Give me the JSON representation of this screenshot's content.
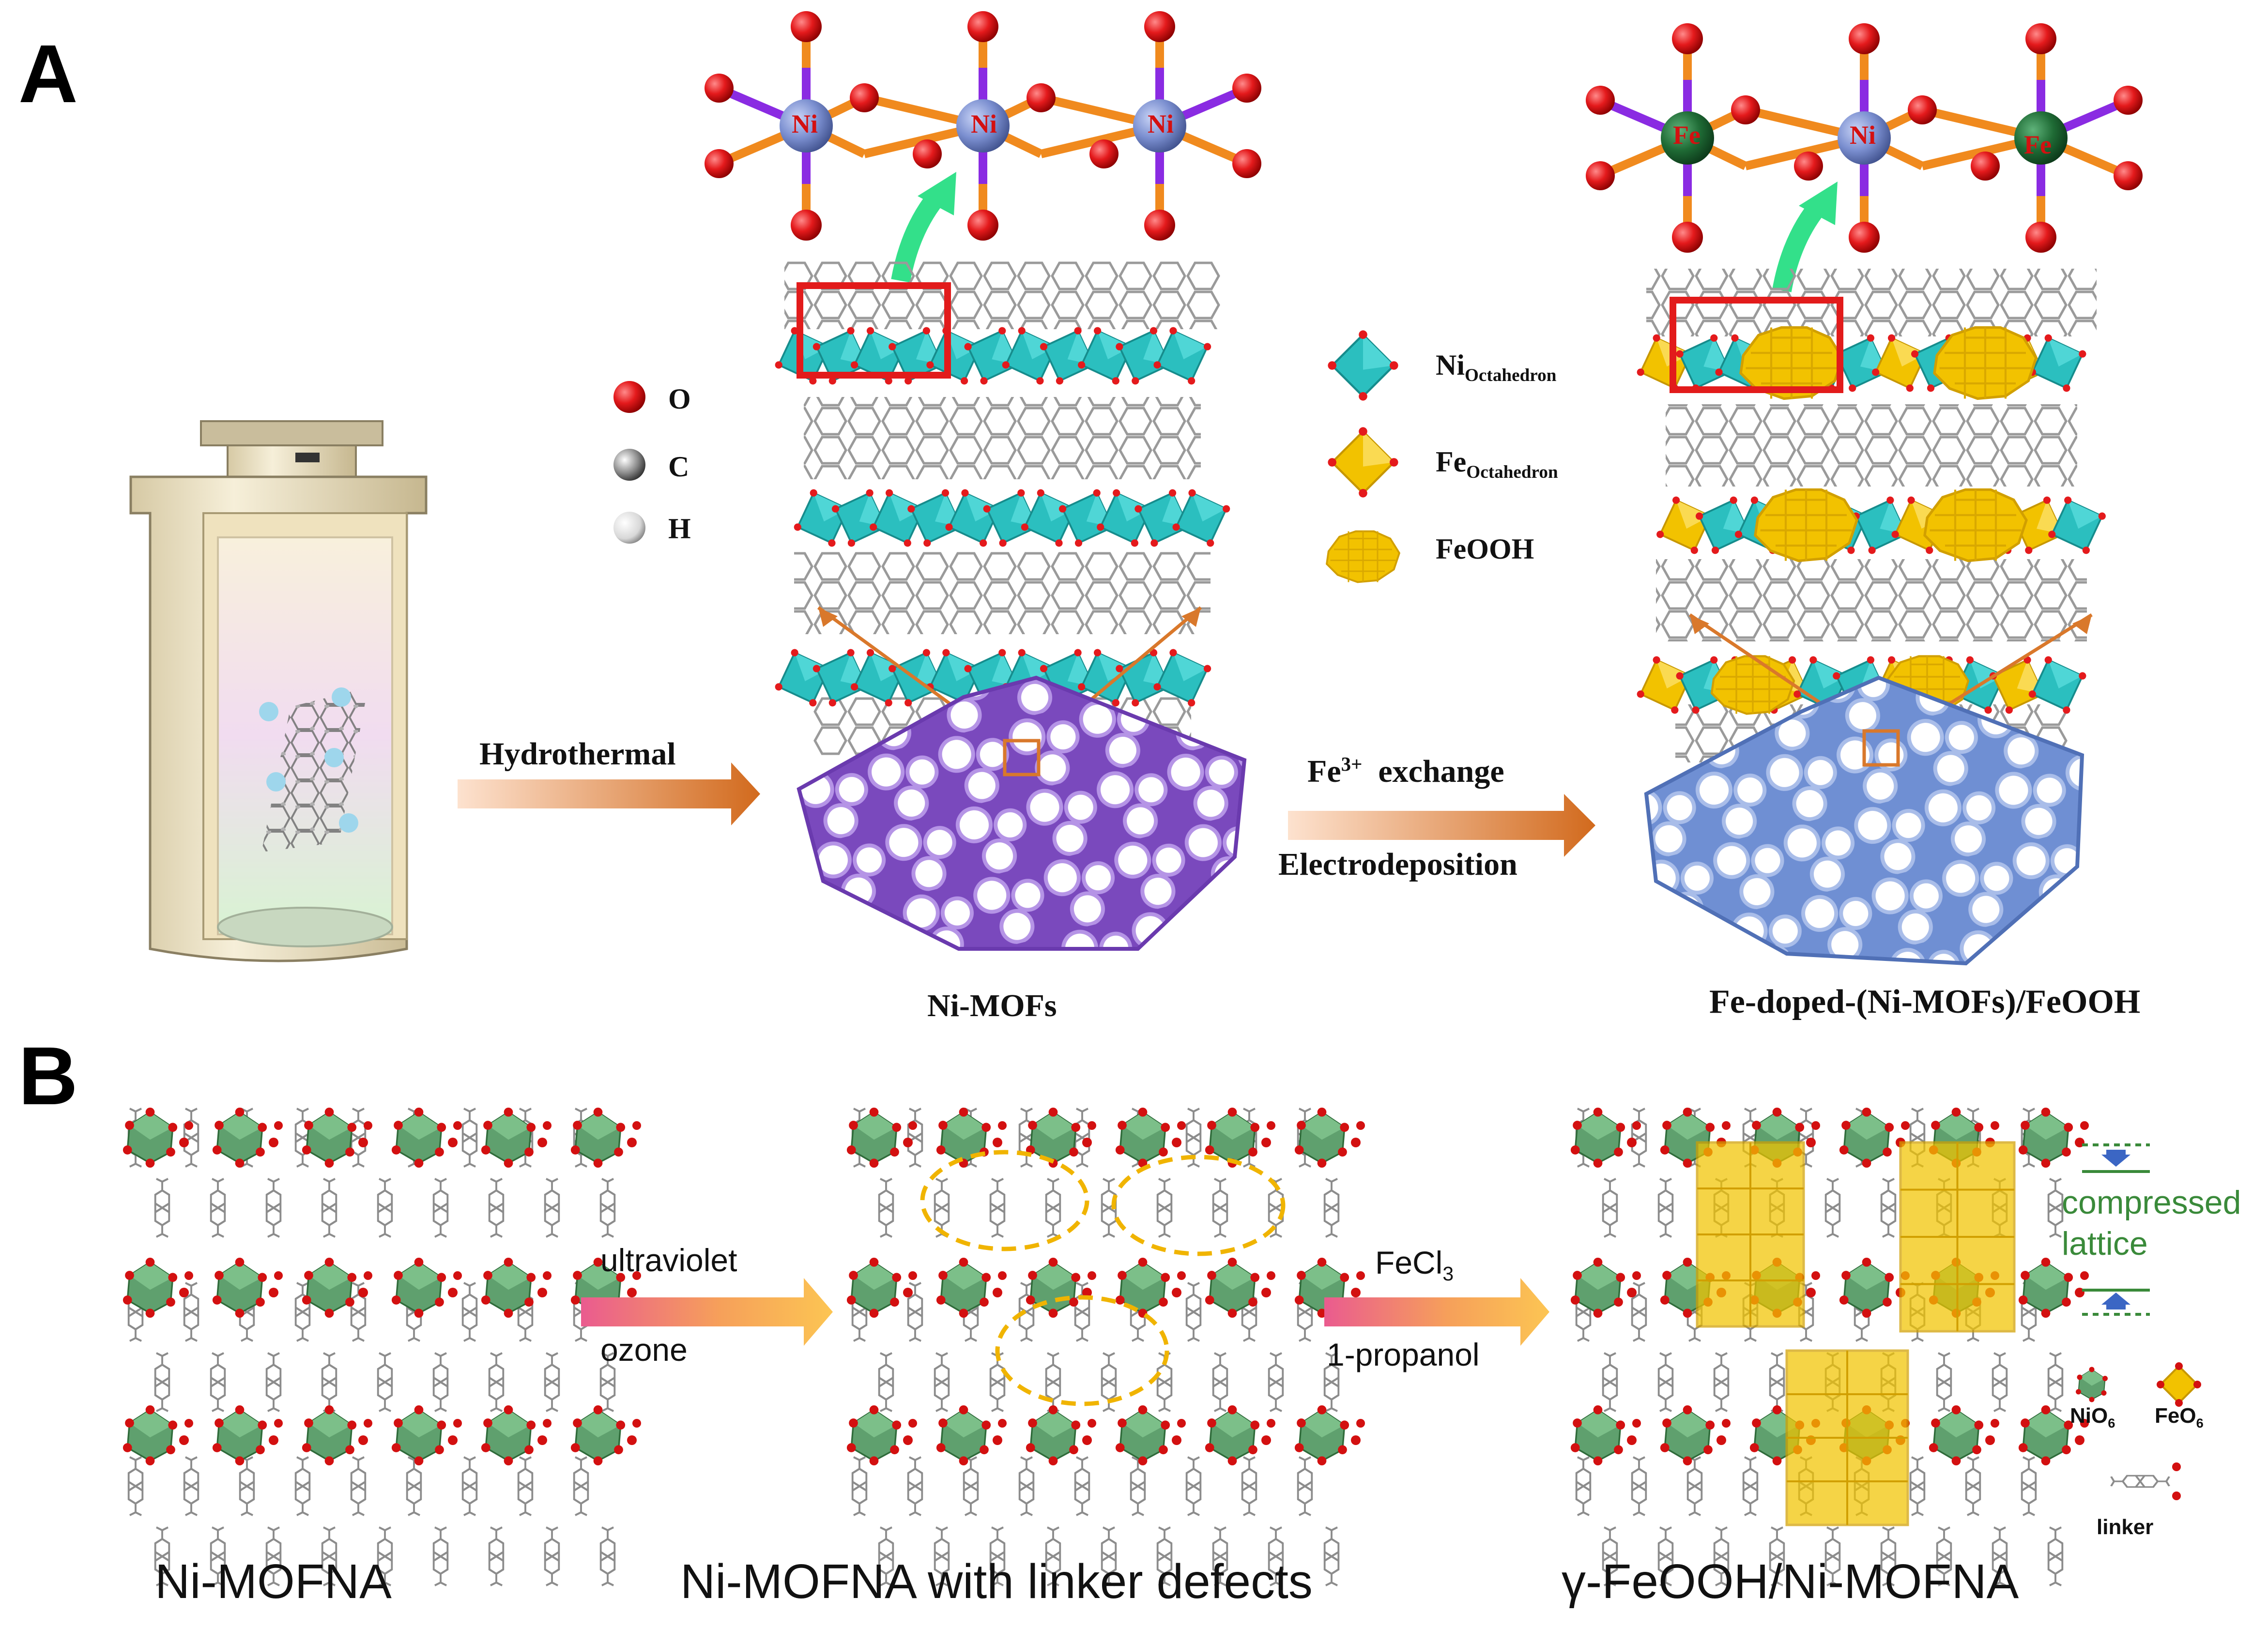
{
  "panel_a": {
    "label": "A",
    "atom_legend": [
      "O",
      "C",
      "H"
    ],
    "octahedron_legend": {
      "ni": {
        "main": "Ni",
        "sub": "Octahedron"
      },
      "fe": {
        "main": "Fe",
        "sub": "Octahedron"
      },
      "feooh": "FeOOH"
    },
    "step1": "Hydrothermal",
    "step2": {
      "line1_main": "Fe",
      "line1_sup": "3+",
      "line1_rest": "exchange",
      "line2": "Electrodeposition"
    },
    "product1": "Ni-MOFs",
    "product2": "Fe-doped-(Ni-MOFs)/FeOOH",
    "atom_ni": "Ni",
    "atom_fe": "Fe"
  },
  "panel_b": {
    "label": "B",
    "step1": {
      "line1": "ultraviolet",
      "line2": "ozone"
    },
    "step2": {
      "line1_main": "FeCl",
      "line1_sub": "3",
      "line2": "1-propanol"
    },
    "caption1": "Ni-MOFNA",
    "caption2": "Ni-MOFNA with linker defects",
    "caption3": "γ-FeOOH/Ni-MOFNA",
    "compressed": [
      "compressed",
      "lattice"
    ],
    "legend_nio": {
      "main": "NiO",
      "sub": "6"
    },
    "legend_feo": {
      "main": "FeO",
      "sub": "6"
    },
    "legend_linker": "linker"
  },
  "colors": {
    "oxygen": "#e41a1c",
    "nickel": "#7b8fd0",
    "iron": "#1f6b35",
    "octahedron_ni": "#2bbfbf",
    "octahedron_fe": "#f2c200",
    "mof_purple": "#8a5cc8",
    "mof_blue": "#7a97d6",
    "arrow_orange": "#d9782b",
    "green_arrow": "#33e08a",
    "frame_red": "#e21b1b",
    "lattice_green": "#3a8a3a"
  }
}
